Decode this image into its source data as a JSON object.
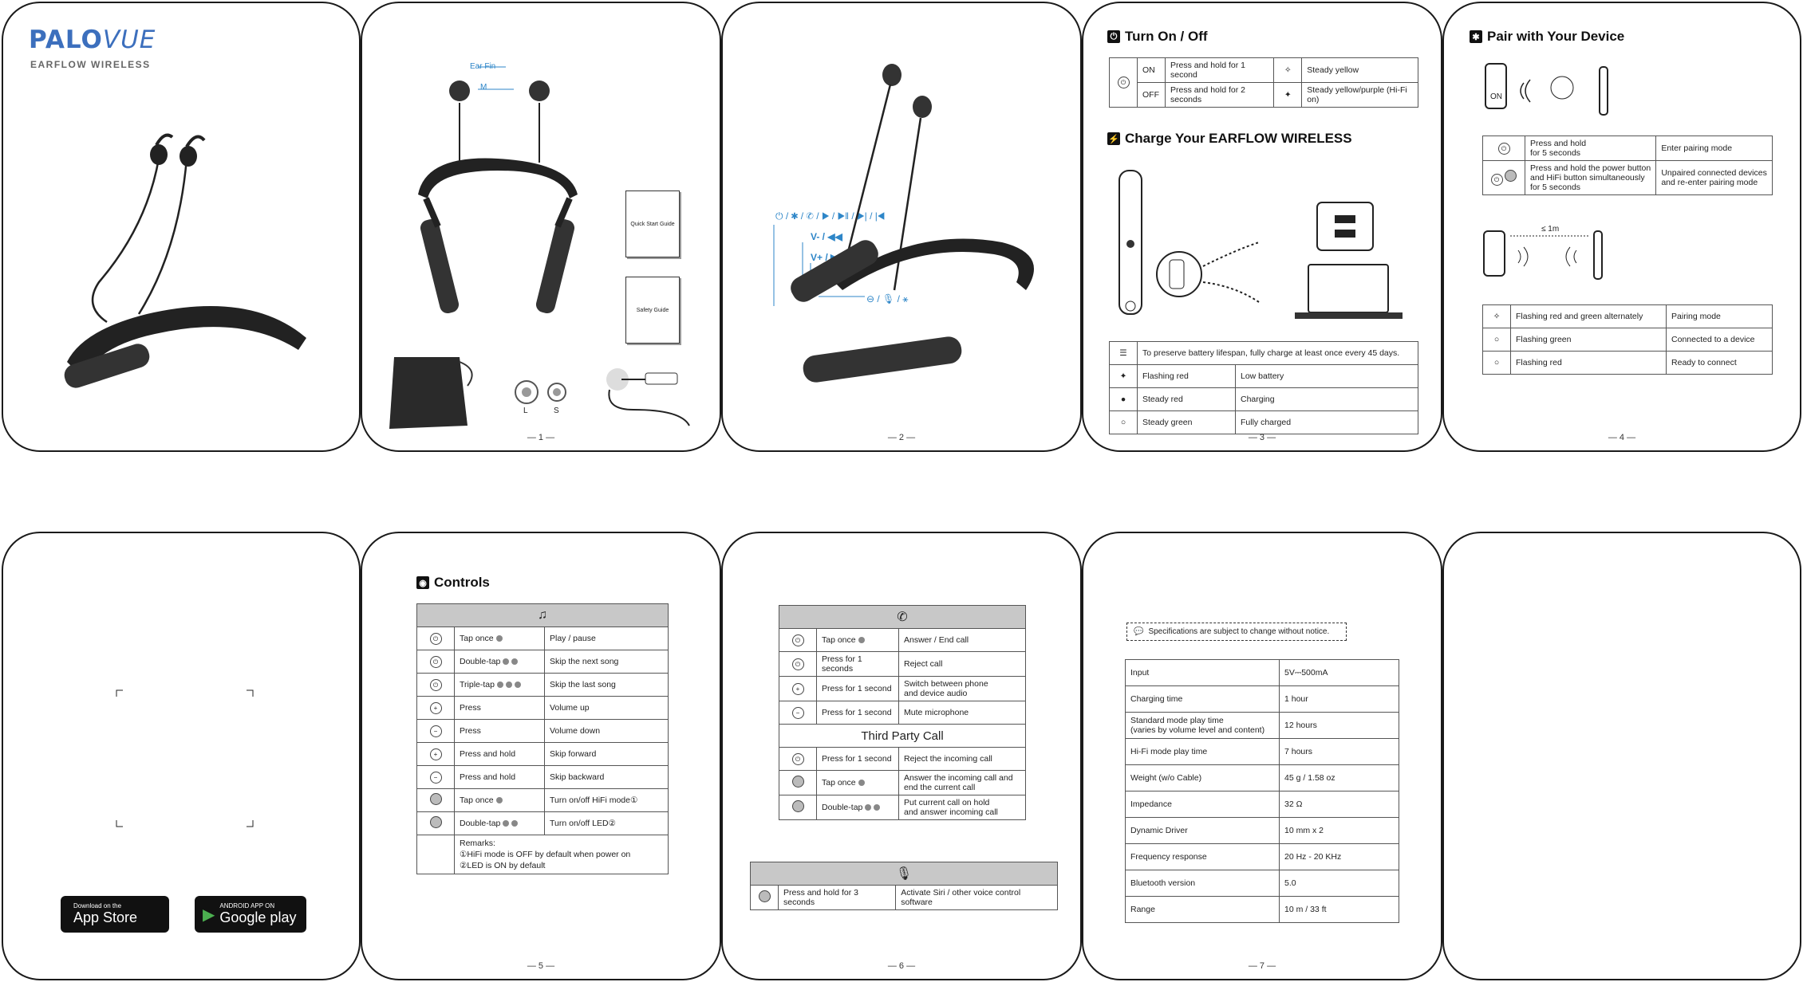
{
  "page1": {
    "brand_pal": "PALO",
    "brand_vue": "VUE",
    "model": "EARFLOW WIRELESS"
  },
  "page2": {
    "ear_fin": "Ear Fin",
    "size_m": "M",
    "size_l": "L",
    "size_s": "S",
    "guide1": "Quick Start Guide",
    "guide2": "Safety Guide",
    "page_num": "— 1 —"
  },
  "page3": {
    "label_power": "⏻ / ✱ / ✆ / ▶ / ▶‖ / ▶| / |◀",
    "label_vminus": "V- / ◀◀",
    "label_vplus": "V+ / ▶▶",
    "label_mic": "⊖ / 🎙 / ⚹",
    "page_num": "— 2 —"
  },
  "page4": {
    "title_onoff": "Turn On / Off",
    "on_rows": [
      {
        "state": "ON",
        "action": "Press and hold for 1 second",
        "result": "Steady yellow"
      },
      {
        "state": "OFF",
        "action": "Press and hold for 2 seconds",
        "result": "Steady yellow/purple (Hi-Fi on)"
      }
    ],
    "title_charge": "Charge Your EARFLOW WIRELESS",
    "charge_note": "To preserve battery lifespan, fully charge at least once every 45 days.",
    "charge_rows": [
      {
        "led": "Flashing red",
        "meaning": "Low battery"
      },
      {
        "led": "Steady red",
        "meaning": "Charging"
      },
      {
        "led": "Steady green",
        "meaning": "Fully charged"
      }
    ],
    "page_num": "— 3 —"
  },
  "page5": {
    "title_pair": "Pair with Your Device",
    "on_label": "ON",
    "distance": "≤ 1m",
    "pair_rows": [
      {
        "action": "Press and hold\nfor 5 seconds",
        "result": "Enter pairing mode"
      },
      {
        "action": "Press and hold the power button\nand HiFi button simultaneously\nfor 5 seconds",
        "result": "Unpaired connected devices\nand re-enter pairing mode"
      }
    ],
    "led_rows": [
      {
        "led": "Flashing red and green alternately",
        "meaning": "Pairing mode"
      },
      {
        "led": "Flashing green",
        "meaning": "Connected to a device"
      },
      {
        "led": "Flashing red",
        "meaning": "Ready to connect"
      }
    ],
    "page_num": "— 4 —"
  },
  "page6": {
    "appstore_small": "Download on the",
    "appstore_large": "App Store",
    "google_small": "ANDROID APP ON",
    "google_large": "Google play"
  },
  "page7": {
    "title_controls": "Controls",
    "rows": [
      {
        "icon": "⏻",
        "action": "Tap once",
        "dots": 1,
        "result": "Play / pause"
      },
      {
        "icon": "⏻",
        "action": "Double-tap",
        "dots": 2,
        "result": "Skip the next song"
      },
      {
        "icon": "⏻",
        "action": "Triple-tap",
        "dots": 3,
        "result": "Skip the last song"
      },
      {
        "icon": "+",
        "action": "Press",
        "dots": 0,
        "result": "Volume up"
      },
      {
        "icon": "−",
        "action": "Press",
        "dots": 0,
        "result": "Volume down"
      },
      {
        "icon": "+",
        "action": "Press and hold",
        "dots": 0,
        "result": "Skip forward"
      },
      {
        "icon": "−",
        "action": "Press and hold",
        "dots": 0,
        "result": "Skip backward"
      },
      {
        "icon": "",
        "action": "Tap once",
        "dots": 1,
        "result": "Turn on/off HiFi mode①"
      },
      {
        "icon": "",
        "action": "Double-tap",
        "dots": 2,
        "result": "Turn on/off LED②"
      }
    ],
    "remarks_title": "Remarks:",
    "remark1": "①HiFi mode is OFF by default when power on",
    "remark2": "②LED is ON by default",
    "page_num": "— 5 —"
  },
  "page8": {
    "call_rows": [
      {
        "icon": "⏻",
        "action": "Tap once",
        "dots": 1,
        "result": "Answer / End call"
      },
      {
        "icon": "⏻",
        "action": "Press for 1 seconds",
        "dots": 0,
        "result": "Reject call"
      },
      {
        "icon": "+",
        "action": "Press for 1 second",
        "dots": 0,
        "result": "Switch between phone\nand device audio"
      },
      {
        "icon": "−",
        "action": "Press for 1 second",
        "dots": 0,
        "result": "Mute microphone"
      }
    ],
    "third_party": "Third Party Call",
    "third_rows": [
      {
        "icon": "⏻",
        "action": "Press for 1 second",
        "dots": 0,
        "result": "Reject the incoming call"
      },
      {
        "icon": "",
        "action": "Tap once",
        "dots": 1,
        "result": "Answer the incoming call and\nend the current call"
      },
      {
        "icon": "",
        "action": "Double-tap",
        "dots": 2,
        "result": "Put current call on hold\nand answer incoming call"
      }
    ],
    "voice_action": "Press and hold for 3 seconds",
    "voice_result": "Activate Siri / other voice control software",
    "page_num": "— 6 —"
  },
  "page9": {
    "note": "Specifications are subject to change without notice.",
    "specs": [
      {
        "k": "Input",
        "v": "5V⎓500mA"
      },
      {
        "k": "Charging time",
        "v": "1 hour"
      },
      {
        "k": "Standard mode play time\n(varies by volume level and content)",
        "v": "12 hours"
      },
      {
        "k": "Hi-Fi mode play time",
        "v": "7 hours"
      },
      {
        "k": "Weight (w/o Cable)",
        "v": "45 g / 1.58 oz"
      },
      {
        "k": "Impedance",
        "v": "32 Ω"
      },
      {
        "k": "Dynamic Driver",
        "v": "10 mm x 2"
      },
      {
        "k": "Frequency response",
        "v": "20 Hz - 20 KHz"
      },
      {
        "k": "Bluetooth version",
        "v": "5.0"
      },
      {
        "k": "Range",
        "v": "10 m / 33 ft"
      }
    ],
    "page_num": "— 7 —"
  }
}
